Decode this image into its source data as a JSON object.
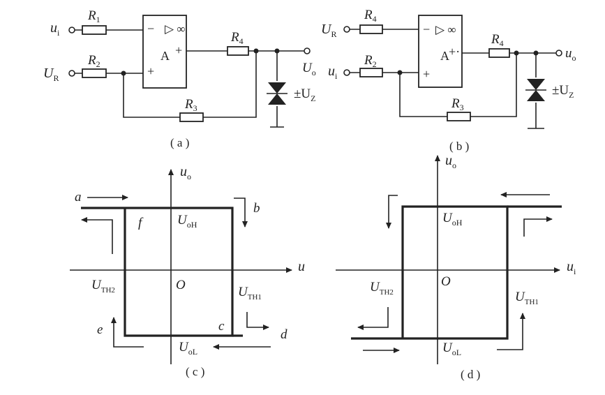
{
  "circuit_a": {
    "input_top": "u",
    "input_top_sub": "i",
    "input_bottom": "U",
    "input_bottom_sub": "R",
    "R1": "R",
    "R1_sub": "1",
    "R2": "R",
    "R2_sub": "2",
    "R3": "R",
    "R3_sub": "3",
    "R4": "R",
    "R4_sub": "4",
    "opamp_minus": "−",
    "opamp_plus_in": "+",
    "opamp_symbol": "▷ ∞",
    "opamp_name": "A",
    "opamp_plus_out": "+",
    "output": "U",
    "output_sub": "o",
    "zener": "±U",
    "zener_sub": "Z",
    "caption": "( a )"
  },
  "circuit_b": {
    "input_top": "U",
    "input_top_sub": "R",
    "input_bottom": "u",
    "input_bottom_sub": "i",
    "R4_in": "R",
    "R4_in_sub": "4",
    "R2": "R",
    "R2_sub": "2",
    "R3": "R",
    "R3_sub": "3",
    "R4": "R",
    "R4_sub": "4",
    "opamp_minus": "−",
    "opamp_plus_in": "+",
    "opamp_symbol": "▷ ∞",
    "opamp_name": "A",
    "opamp_plus_out": "+·",
    "output": "u",
    "output_sub": "o",
    "zener": "±U",
    "zener_sub": "Z",
    "caption": "( b )"
  },
  "graph_c": {
    "y_axis": "u",
    "y_axis_sub": "o",
    "x_axis": "u",
    "origin": "O",
    "U_high": "U",
    "U_high_sub": "oH",
    "U_low": "U",
    "U_low_sub": "oL",
    "th1": "U",
    "th1_sub": "TH1",
    "th2": "U",
    "th2_sub": "TH2",
    "point_a": "a",
    "point_b": "b",
    "point_c": "c",
    "point_d": "d",
    "point_e": "e",
    "point_f": "f",
    "caption": "( c )"
  },
  "graph_d": {
    "y_axis": "u",
    "y_axis_sub": "o",
    "x_axis": "u",
    "x_axis_sub": "i",
    "origin": "O",
    "U_high": "U",
    "U_high_sub": "oH",
    "U_low": "U",
    "U_low_sub": "oL",
    "th1": "U",
    "th1_sub": "TH1",
    "th2": "U",
    "th2_sub": "TH2",
    "caption": "( d )"
  }
}
